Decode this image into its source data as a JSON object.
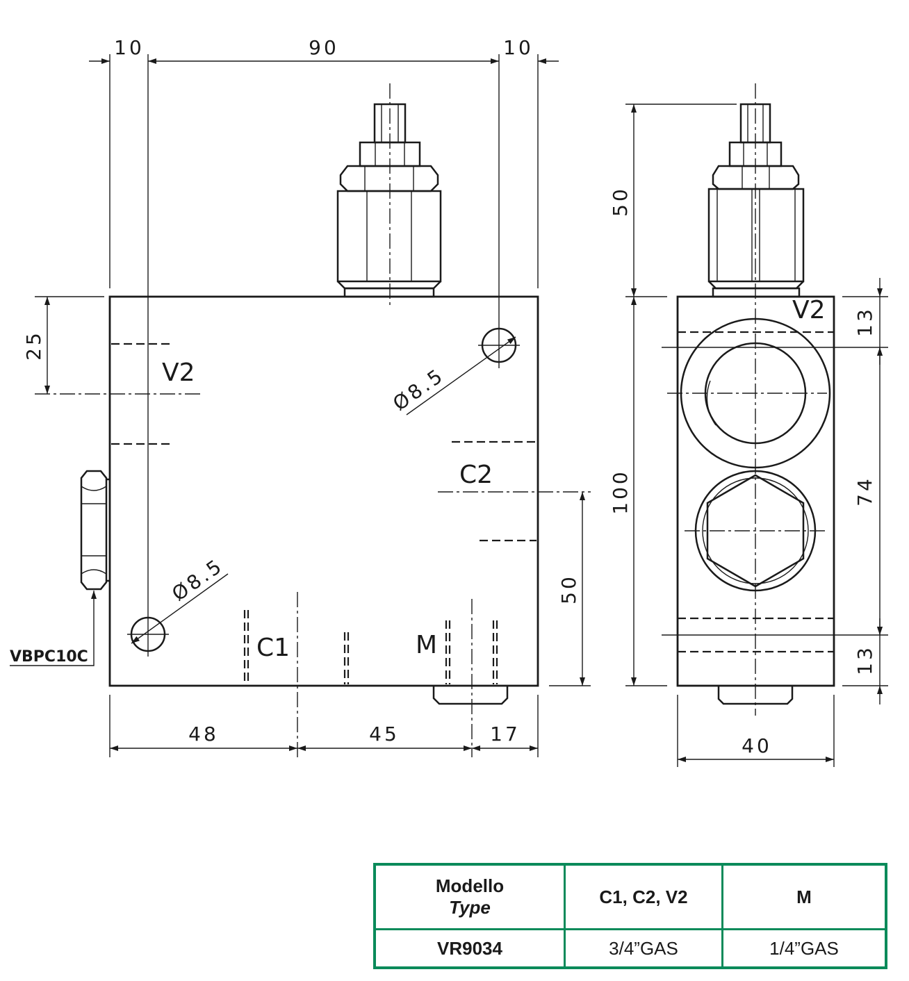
{
  "front_view": {
    "dims": {
      "top_left": "10",
      "top_middle": "90",
      "top_right": "10",
      "left_height": "25",
      "right_height": "50",
      "bottom_a": "48",
      "bottom_b": "45",
      "bottom_c": "17",
      "hole_top": "Ø8.5",
      "hole_bottom": "Ø8.5"
    },
    "ports": {
      "v2": "V2",
      "c2": "C2",
      "c1": "C1",
      "m": "M"
    },
    "cartridge_tag": "VBPC10C"
  },
  "side_view": {
    "dims": {
      "cartridge_height": "50",
      "body_height": "100",
      "top_offset": "13",
      "port_spacing": "74",
      "bottom_offset": "13",
      "width": "40"
    },
    "ports": {
      "v2": "V2"
    }
  },
  "table": {
    "header": {
      "model": "Modello",
      "type": "Type",
      "ports": "C1, C2, V2",
      "m": "M"
    },
    "rows": [
      {
        "model": "VR9034",
        "ports": "3/4”GAS",
        "m": "1/4”GAS"
      }
    ]
  },
  "colors": {
    "table_border": "#0a8a5a",
    "line": "#1a1a1a"
  }
}
